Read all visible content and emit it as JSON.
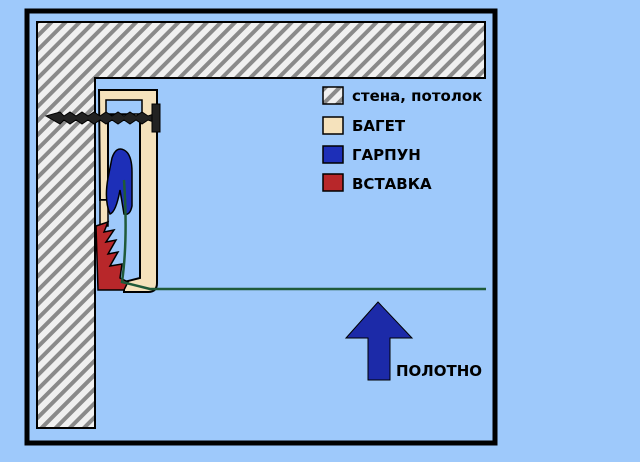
{
  "colors": {
    "background": "#9ec9fb",
    "frame": "#000000",
    "hatch_light": "#f0f0f0",
    "hatch_dark": "#8a8a8a",
    "baguette": "#f5e2bc",
    "harpoon": "#1d2fb8",
    "insert": "#b8272a",
    "canvas_line": "#1f5a3a",
    "arrow": "#1c2aa8",
    "screw": "#222222"
  },
  "legend": {
    "items": [
      {
        "label": "стена, потолок",
        "swatch": "hatch"
      },
      {
        "label": "БАГЕТ",
        "swatch": "#f5e2bc"
      },
      {
        "label": "ГАРПУН",
        "swatch": "#1d2fb8"
      },
      {
        "label": "ВСТАВКА",
        "swatch": "#b8272a"
      }
    ]
  },
  "arrow": {
    "label": "ПОЛОТНО"
  }
}
